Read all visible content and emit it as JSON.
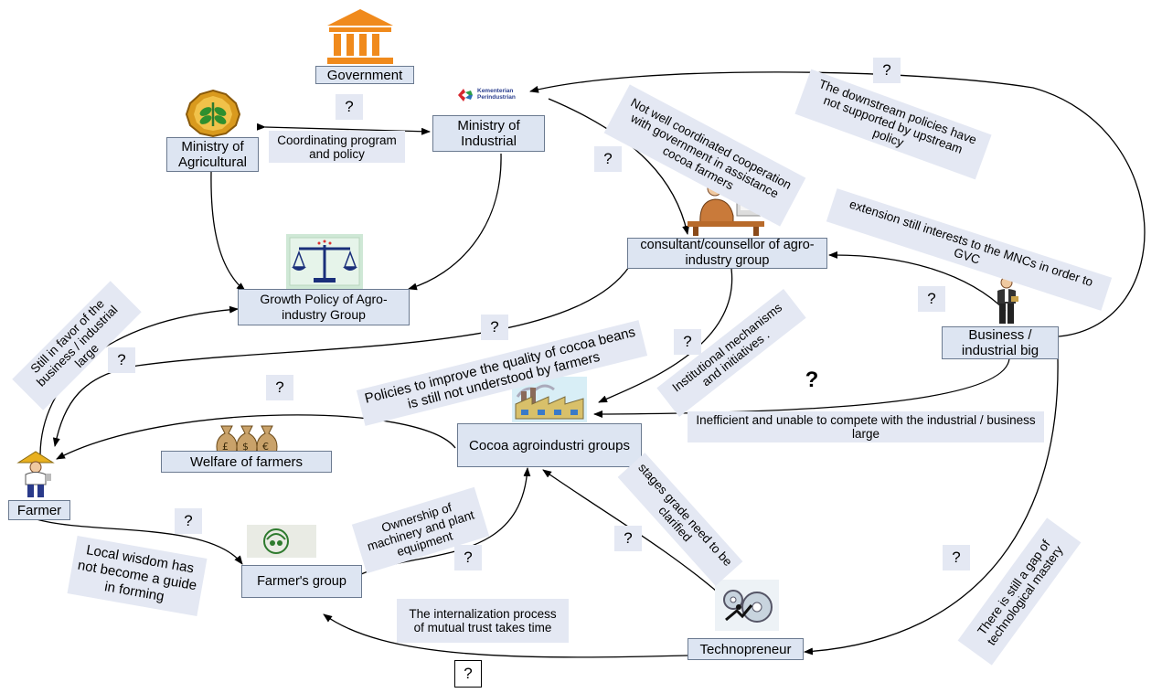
{
  "nodes": {
    "government": "Government",
    "ministry_agri": "Ministry of Agricultural",
    "ministry_ind": "Ministry of Industrial",
    "growth_policy": "Growth Policy of Agro-industry Group",
    "consultant": "consultant/counsellor of agro-industry group",
    "business": "Business / industrial big",
    "cocoa_groups": "Cocoa agroindustri groups",
    "welfare": "Welfare of farmers",
    "farmer": "Farmer",
    "farmers_group": "Farmer's group",
    "technopreneur": "Technopreneur"
  },
  "notes": {
    "coordinating": "Coordinating program and policy",
    "not_coordinated": "Not well coordinated cooperation with government in assistance cocoa farmers",
    "downstream": "The downstream policies have not supported by upstream policy",
    "extension": "extension still interests to the MNCs in order to GVC",
    "still_favor": "Still in favor of the business / industrial large",
    "policies": "Policies to improve the quality of cocoa beans is still not understood by farmers",
    "institutional": "Institutional mechanisms and initiatives .",
    "inefficient": "Inefficient and unable to compete with the industrial / business large",
    "stages": "stages grade need to be clarified",
    "ownership": "Ownership of machinery and plant equipment",
    "local_wisdom": "Local wisdom has not become a guide in forming",
    "internalization": "The internalization process of mutual trust takes time",
    "tech_gap": "There is still a gap of technological mastery"
  },
  "question_mark": "?",
  "logo": {
    "kementerian": "Kementerian",
    "perindustrian": "Perindustrian"
  },
  "colors": {
    "box_fill": "#dde5f2",
    "note_fill": "#e4e8f3",
    "government_icon": "#f08a1c",
    "ministry_agri_seal": "#d99a1e",
    "arrow": "#000000"
  }
}
